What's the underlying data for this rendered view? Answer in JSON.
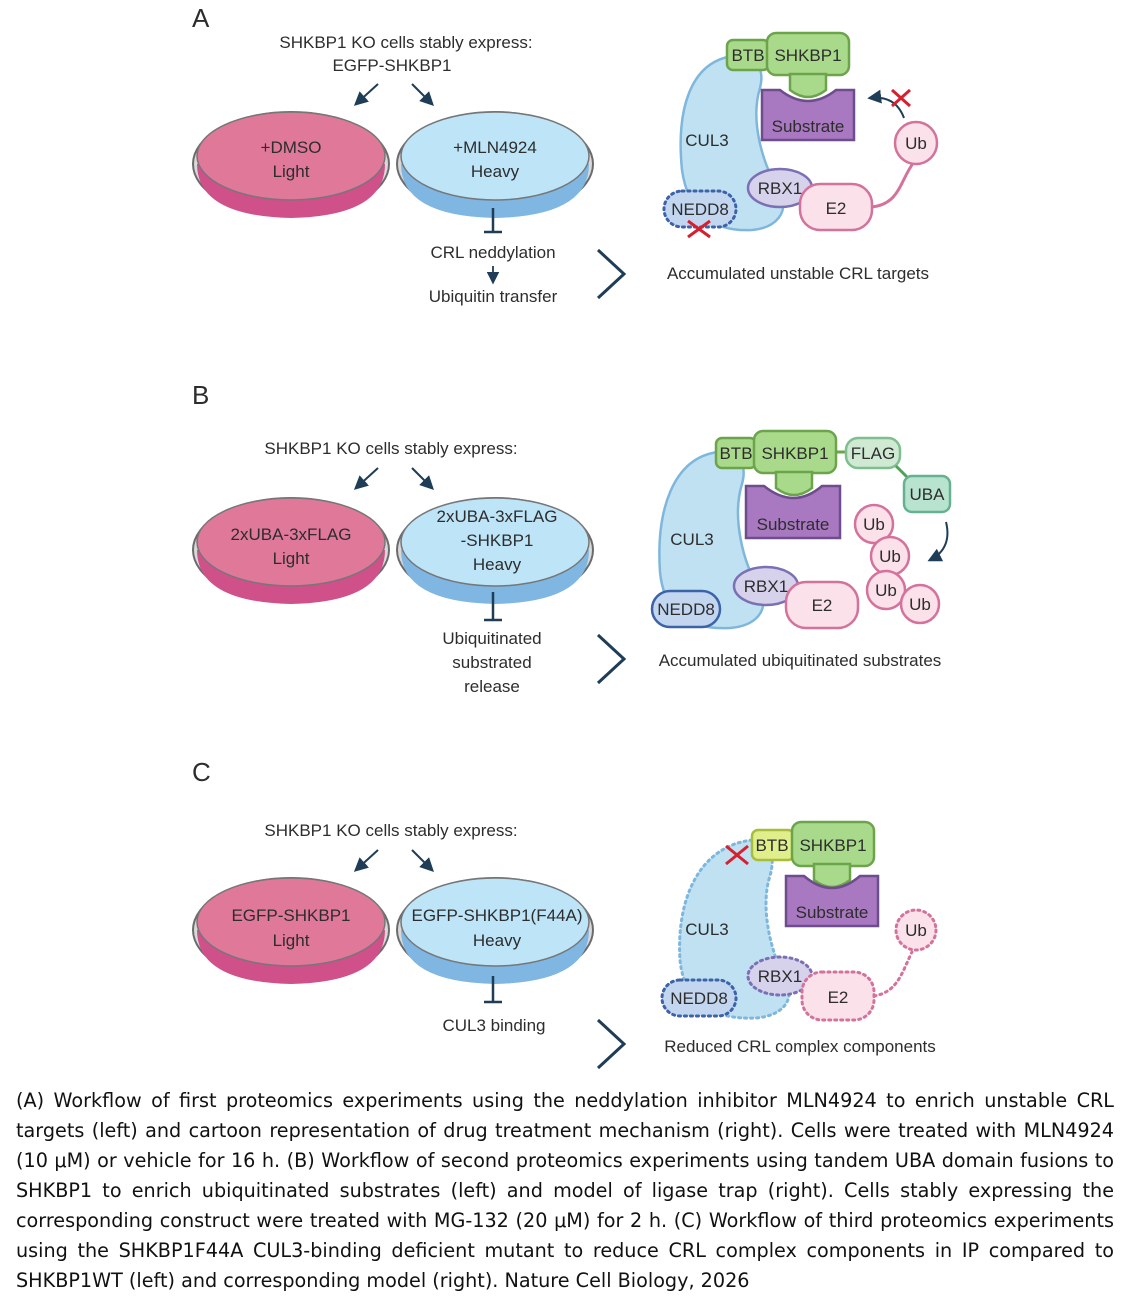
{
  "panels": {
    "A": {
      "letter": "A",
      "header": [
        "SHKBP1 KO cells stably express:",
        "EGFP-SHKBP1"
      ],
      "dish_left": [
        "+DMSO",
        "Light"
      ],
      "dish_right": [
        "+MLN4924",
        "Heavy"
      ],
      "inhibit_1": "CRL neddylation",
      "inhibit_2": "Ubiquitin transfer",
      "result": "Accumulated unstable CRL targets",
      "complex": {
        "btb": "BTB",
        "shkbp1": "SHKBP1",
        "substrate": "Substrate",
        "cul3": "CUL3",
        "rbx1": "RBX1",
        "e2": "E2",
        "nedd8": "NEDD8",
        "ub": "Ub"
      }
    },
    "B": {
      "letter": "B",
      "header": "SHKBP1 KO cells stably express:",
      "dish_left": [
        "2xUBA-3xFLAG",
        "Light"
      ],
      "dish_right": [
        "2xUBA-3xFLAG",
        "-SHKBP1",
        "Heavy"
      ],
      "inhibit": [
        "Ubiquitinated",
        "substrated",
        "release"
      ],
      "result": "Accumulated ubiquitinated substrates",
      "complex": {
        "btb": "BTB",
        "shkbp1": "SHKBP1",
        "flag": "FLAG",
        "uba": "UBA",
        "substrate": "Substrate",
        "cul3": "CUL3",
        "rbx1": "RBX1",
        "e2": "E2",
        "nedd8": "NEDD8",
        "ub": "Ub"
      }
    },
    "C": {
      "letter": "C",
      "header": "SHKBP1 KO cells stably express:",
      "dish_left": [
        "EGFP-SHKBP1",
        "Light"
      ],
      "dish_right": [
        "EGFP-SHKBP1(F44A)",
        "Heavy"
      ],
      "inhibit": "CUL3 binding",
      "result": "Reduced CRL complex components",
      "complex": {
        "btb": "BTB",
        "shkbp1": "SHKBP1",
        "substrate": "Substrate",
        "cul3": "CUL3",
        "rbx1": "RBX1",
        "e2": "E2",
        "nedd8": "NEDD8",
        "ub": "Ub"
      }
    }
  },
  "caption": "(A) Workflow of first proteomics experiments using the neddylation inhibitor MLN4924 to enrich unstable CRL targets (left) and cartoon representation of drug treatment mechanism (right). Cells were treated with MLN4924 (10 μM) or vehicle for 16 h. (B) Workflow of second proteomics experiments using tandem UBA domain fusions to SHKBP1 to enrich ubiquitinated substrates (left) and model of ligase trap (right). Cells stably expressing the corresponding construct were treated with MG-132 (20 μM) for 2 h. (C) Workflow of third proteomics experiments using the SHKBP1F44A CUL3-binding deficient mutant to reduce CRL complex components in IP compared to SHKBP1WT (left) and corresponding model (right). Nature Cell Biology, 2026",
  "colors": {
    "dish_light": "#e0789a",
    "dish_heavy": "#bde4f7",
    "cul3": "#bfe1f2",
    "shkbp1": "#a9d98a",
    "substrate": "#a878c0",
    "rbx1": "#d6d2ec",
    "e2": "#fbe1ea",
    "nedd8": "#c2d6f0",
    "flag": "#cfe9d3",
    "uba": "#b8e3cf",
    "ub": "#fbe1ea",
    "cross": "#d62030"
  }
}
